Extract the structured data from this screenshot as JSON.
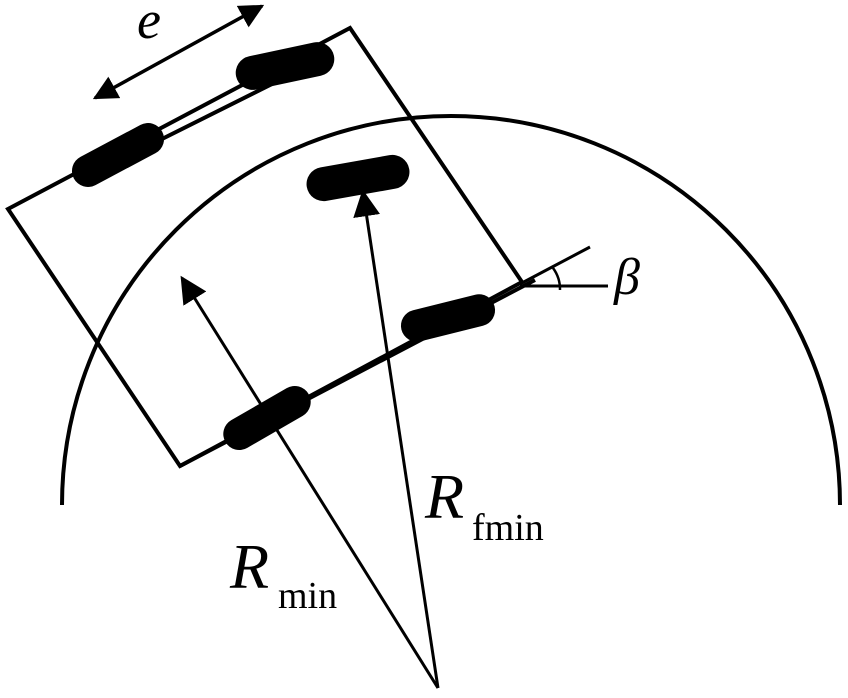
{
  "diagram": {
    "labels": {
      "e": "e",
      "beta": "β",
      "r_min_main": "R",
      "r_min_sub": "min",
      "r_fmin_main": "R",
      "r_fmin_sub": "fmin"
    },
    "colors": {
      "stroke": "#000000",
      "background": "#ffffff"
    }
  }
}
